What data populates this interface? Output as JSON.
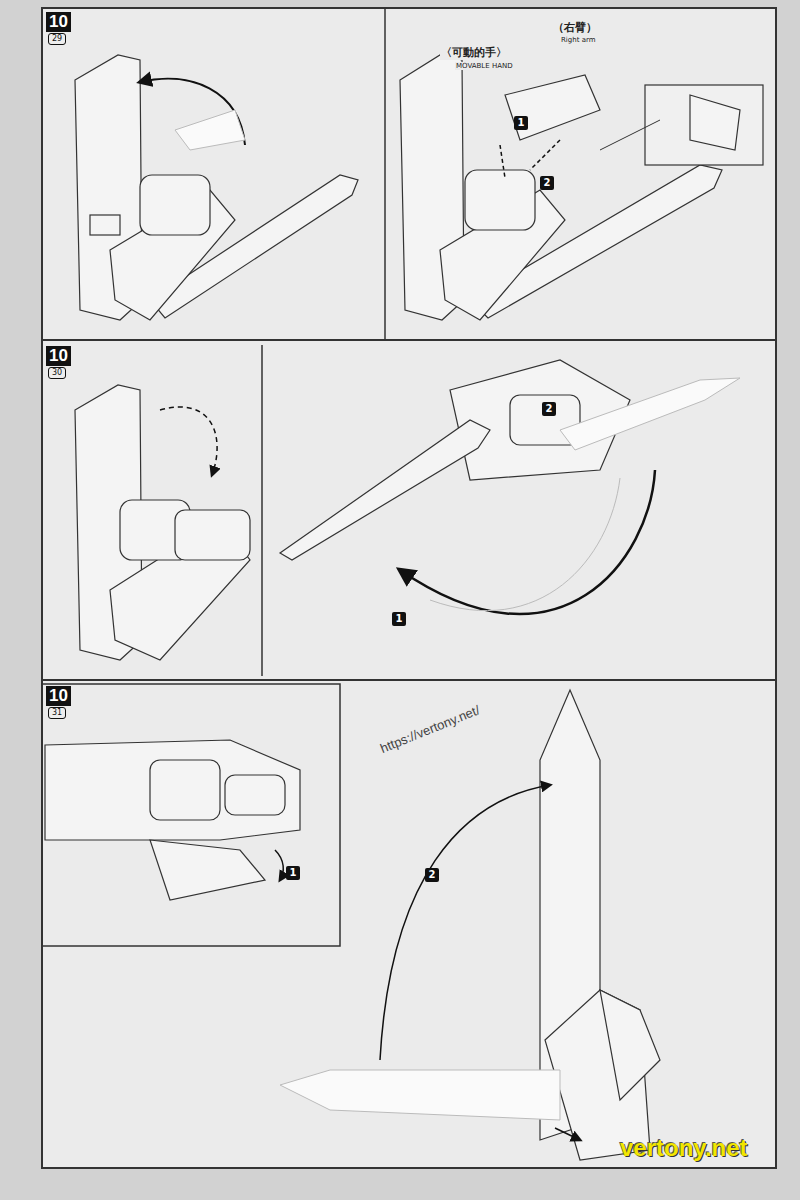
{
  "diagram": {
    "labels": [
      "10",
      "29",
      "〈可動的手〉",
      "MOVABLE HAND",
      "（右臂）",
      "Right arm",
      "1",
      "2",
      "10",
      "30",
      "2",
      "1",
      "10",
      "31",
      "https://vertony.net/",
      "1",
      "2",
      "vertony.net"
    ]
  }
}
